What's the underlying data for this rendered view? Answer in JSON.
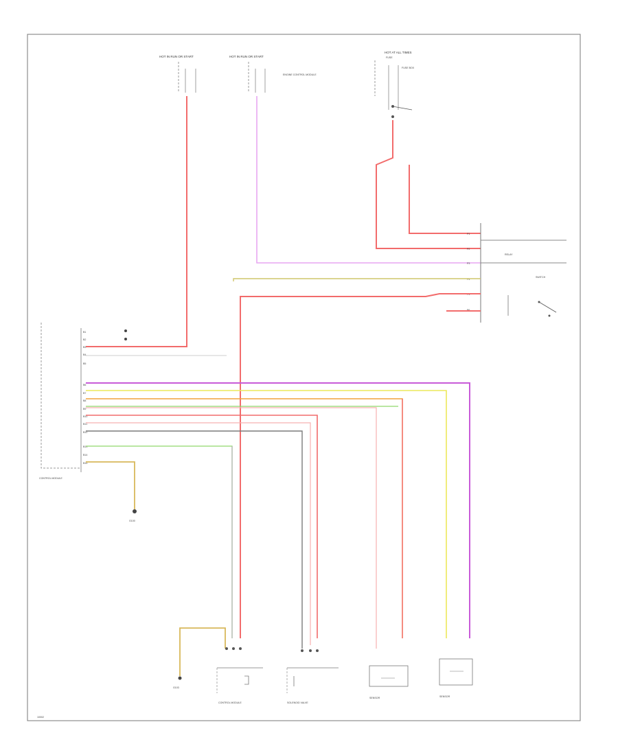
{
  "colors": {
    "red": "#f26b6b",
    "pink_light": "#f7b0b0",
    "violet": "#c85ad8",
    "magenta_light": "#e7a6f2",
    "orange": "#f0a23a",
    "green": "#8fd86a",
    "yellow": "#ece85a",
    "olive": "#cfc56a",
    "gray": "#a0a0a0",
    "dark_gray": "#7a7a7a",
    "brown_yellow": "#d8b85a",
    "frame": "#777777"
  },
  "labels": {
    "fuse_a": "HOT IN RUN OR START",
    "fuse_b": "HOT IN RUN OR START",
    "fuse_c": "HOT AT ALL TIMES",
    "fuse_c_sub": "FUSE",
    "fuse_box": "FUSE BOX",
    "ecm_note": "ENGINE CONTROL MODULE",
    "module_left": "CONTROL MODULE",
    "ground_left": "G100",
    "ground_bottom": "G103",
    "relay": "RELAY",
    "switch": "SWITCH",
    "comp_1": "CONTROL MODULE",
    "comp_2": "SOLENOID VALVE",
    "comp_3": "SENSOR",
    "comp_4": "SENSOR",
    "page_ref": "10002"
  },
  "connector_left": [
    "B1",
    "B2",
    "B3",
    "B4",
    "B5",
    "B6",
    "B7",
    "B8",
    "B9",
    "B10",
    "B11",
    "B12",
    "B13",
    "B14",
    "B15"
  ],
  "connector_right": [
    "P1",
    "P2",
    "P3",
    "P4",
    "P5",
    "P6"
  ]
}
